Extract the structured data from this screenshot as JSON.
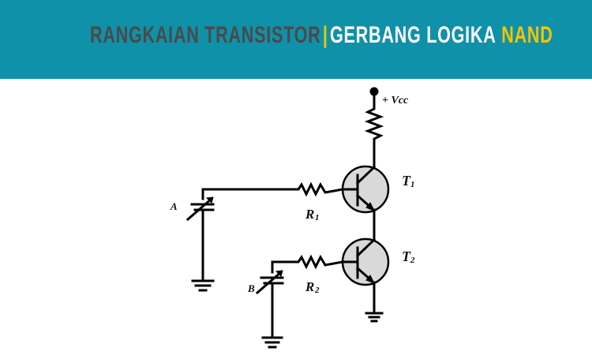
{
  "header": {
    "title_left": "RANGKAIAN TRANSISTOR",
    "separator": "|",
    "title_right": "GERBANG LOGIKA",
    "title_accent": "NAND",
    "colors": {
      "background": "#0f91a9",
      "left_text": "#4a4a4a",
      "right_text": "#ffffff",
      "accent": "#f6c400"
    }
  },
  "diagram": {
    "supply_label": "+ Vcc",
    "input_a_label": "A",
    "input_b_label": "B",
    "resistor_1_label": "R",
    "resistor_1_sub": "1",
    "resistor_2_label": "R",
    "resistor_2_sub": "2",
    "transistor_1_label": "T",
    "transistor_1_sub": "1",
    "transistor_2_label": "T",
    "transistor_2_sub": "2",
    "colors": {
      "wire": "#000000",
      "transistor_fill": "#d9d9d9"
    }
  }
}
